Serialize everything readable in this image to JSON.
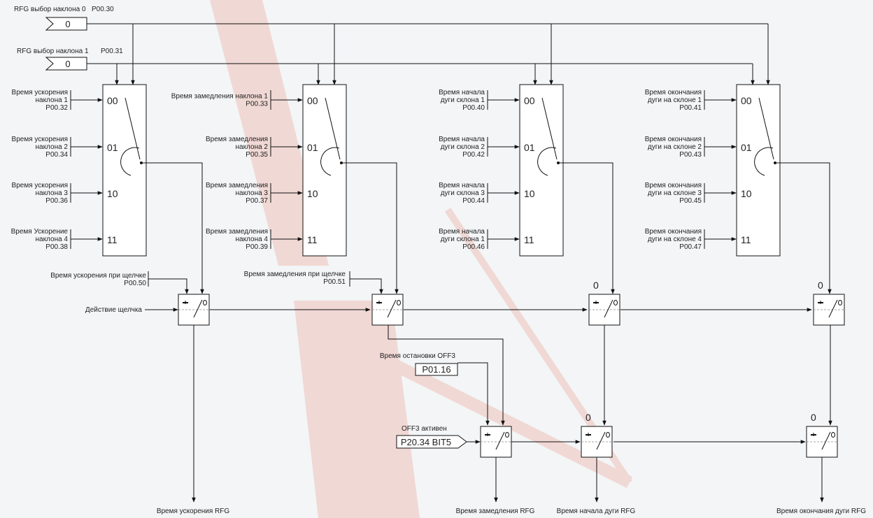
{
  "colors": {
    "accent": "#e65a3a",
    "line": "#111111",
    "background": "#f3f5f7"
  },
  "inputs": {
    "slope0": {
      "label": "RFG выбор наклона 0",
      "param": "P00.30",
      "value": "0"
    },
    "slope1": {
      "label": "RFG выбор наклона 1",
      "param": "P00.31",
      "value": "0"
    }
  },
  "selector_positions": [
    "00",
    "01",
    "10",
    "11"
  ],
  "groups": [
    {
      "labels": [
        [
          "Время ускорения",
          "наклона 1",
          "P00.32"
        ],
        [
          "Время ускорения",
          "наклона 2",
          "P00.34"
        ],
        [
          "Время ускорения",
          "наклона 3",
          "P00.36"
        ],
        [
          "Время Ускорение",
          "наклона 4",
          "P00.38"
        ]
      ]
    },
    {
      "labels": [
        [
          "Время замедления наклона 1",
          "P00.33"
        ],
        [
          "Время замедления",
          "наклона 2",
          "P00.35"
        ],
        [
          "Время замедления",
          "наклона 3",
          "P00.37"
        ],
        [
          "Время замедления",
          "наклона 4",
          "P00.39"
        ]
      ]
    },
    {
      "labels": [
        [
          "Время начала",
          "дуги склона 1",
          "P00.40"
        ],
        [
          "Время начала",
          "дуги склона 2",
          "P00.42"
        ],
        [
          "Время начала",
          "дуги склона 3",
          "P00.44"
        ],
        [
          "Время начала",
          "дуги склона 1",
          "P00.46"
        ]
      ]
    },
    {
      "labels": [
        [
          "Время окончания",
          "дуги на склоне 1",
          "P00.41"
        ],
        [
          "Время окончания",
          "дуги на склоне 2",
          "P00.43"
        ],
        [
          "Время окончания",
          "дуги на склоне 3",
          "P00.45"
        ],
        [
          "Время окончания",
          "дуги на склоне 4",
          "P00.47"
        ]
      ]
    }
  ],
  "jog": {
    "accel_label": "Время ускорения при щелчке",
    "accel_param": "P00.50",
    "decel_label": "Время замедления при щелчке",
    "decel_param": "P00.51",
    "action_label": "Действие щелчка"
  },
  "off3": {
    "stop_label": "Время остановки OFF3",
    "stop_param": "P01.16",
    "active_label": "OFF3 активен",
    "active_param": "P20.34 BIT5"
  },
  "zero": "0",
  "outputs": [
    "Время ускорения RFG",
    "Время замедления RFG",
    "Время начала дуги RFG",
    "Время окончания дуги RFG"
  ]
}
